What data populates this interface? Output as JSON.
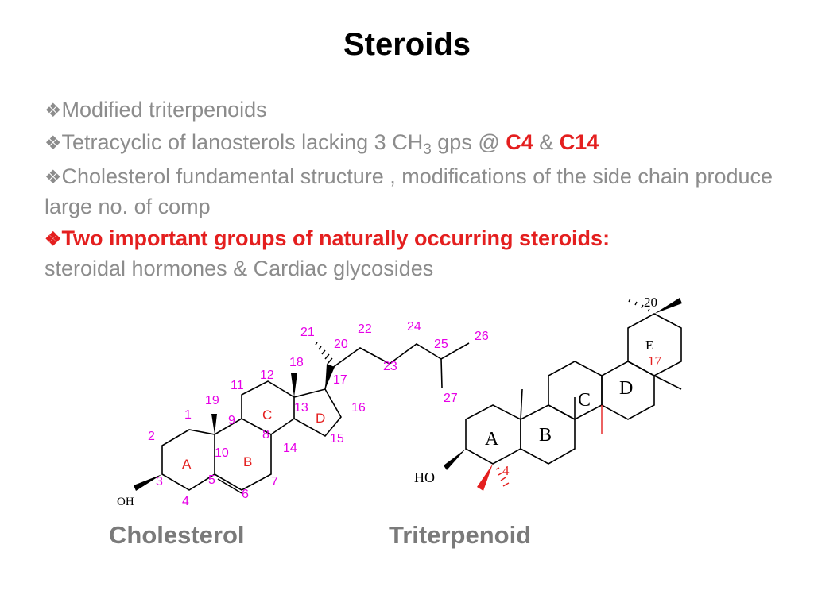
{
  "slide": {
    "title": "Steroids",
    "bullet_marker": "❖",
    "bullets": {
      "b1": "Modified triterpenoids",
      "b2_pre": "Tetracyclic of lanosterols lacking 3  CH",
      "b2_sub": "3",
      "b2_mid": " gps @ ",
      "b2_c4": "C4",
      "b2_amp": " & ",
      "b2_c14": "C14",
      "b3": "Cholesterol fundamental structure , modifications of the side chain produce large no. of comp",
      "b4_strong": "Two important groups of naturally occurring steroids:",
      "b4_cont": "steroidal hormones & Cardiac glycosides"
    }
  },
  "cholesterol": {
    "caption": "Cholesterol",
    "oh_label": "OH",
    "ring_labels": {
      "A": "A",
      "B": "B",
      "C": "C",
      "D": "D"
    },
    "numbers": {
      "n1": "1",
      "n2": "2",
      "n3": "3",
      "n4": "4",
      "n5": "5",
      "n6": "6",
      "n7": "7",
      "n8": "8",
      "n9": "9",
      "n10": "10",
      "n11": "11",
      "n12": "12",
      "n13": "13",
      "n14": "14",
      "n15": "15",
      "n16": "16",
      "n17": "17",
      "n18": "18",
      "n19": "19",
      "n20": "20",
      "n21": "21",
      "n22": "22",
      "n23": "23",
      "n24": "24",
      "n25": "25",
      "n26": "26",
      "n27": "27"
    }
  },
  "triterpenoid": {
    "caption": "Triterpenoid",
    "ho_label": "HO",
    "ring_labels": {
      "A": "A",
      "B": "B",
      "C": "C",
      "D": "D",
      "E": "E"
    },
    "numbers": {
      "n4": "4",
      "n17": "17",
      "n20": "20"
    }
  },
  "colors": {
    "title": "#000000",
    "bullet_text": "#8c8c8c",
    "highlight": "#e41f1f",
    "atom_numbers": "#e600e6",
    "caption": "#7a7a7a"
  }
}
